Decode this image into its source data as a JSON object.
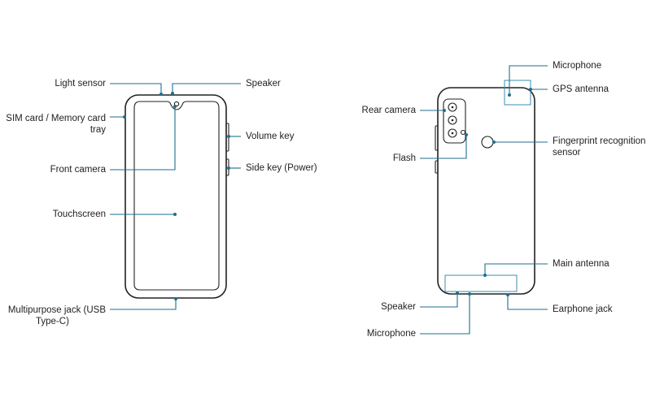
{
  "colors": {
    "leader": "#1f6e8c",
    "outline": "#222222",
    "zone": "#3a8fb0",
    "text": "#1f1f1f"
  },
  "front": {
    "light_sensor": "Light sensor",
    "speaker": "Speaker",
    "sim_tray_line1": "SIM card / Memory card",
    "sim_tray_line2": "tray",
    "volume_key": "Volume key",
    "front_camera": "Front camera",
    "side_key": "Side key (Power)",
    "touchscreen": "Touchscreen",
    "usb_jack_line1": "Multipurpose jack (USB",
    "usb_jack_line2": "Type-C)"
  },
  "back": {
    "microphone_top": "Microphone",
    "gps_antenna": "GPS antenna",
    "rear_camera": "Rear camera",
    "fingerprint_line1": "Fingerprint recognition",
    "fingerprint_line2": "sensor",
    "flash": "Flash",
    "main_antenna": "Main antenna",
    "speaker": "Speaker",
    "earphone_jack": "Earphone jack",
    "microphone_bottom": "Microphone"
  }
}
